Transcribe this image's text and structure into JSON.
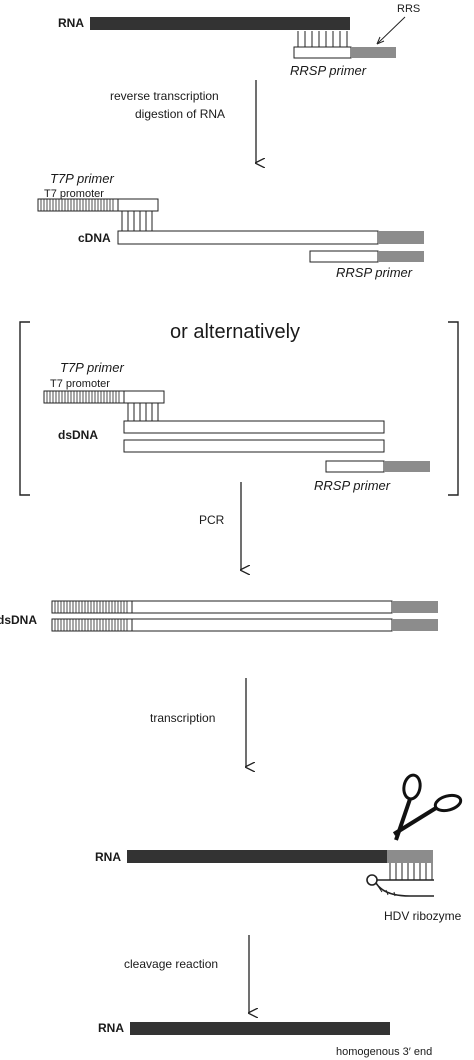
{
  "step1": {
    "rna_label": "RNA",
    "rrs_label": "RRS",
    "rrsp_primer_label": "RRSP primer",
    "arrow_line1": "reverse transcription",
    "arrow_line2": "digestion of RNA"
  },
  "step2": {
    "t7p_primer_label": "T7P primer",
    "t7_promoter_label": "T7 promoter",
    "cdna_label": "cDNA",
    "rrsp_primer_label": "RRSP primer"
  },
  "alternative": {
    "heading": "or alternatively",
    "t7p_primer_label": "T7P primer",
    "t7_promoter_label": "T7 promoter",
    "dsdna_label": "dsDNA",
    "rrsp_primer_label": "RRSP primer"
  },
  "pcr": {
    "arrow_label": "PCR",
    "dsdna_label": "dsDNA"
  },
  "transcription": {
    "arrow_label": "transcription",
    "rna_label": "RNA",
    "hdv_label": "HDV ribozyme"
  },
  "cleavage": {
    "arrow_label": "cleavage reaction",
    "rna_label": "RNA",
    "end_label": "homogenous 3′ end"
  },
  "colors": {
    "rna": "#333333",
    "primer_tail": "#8c8c8c",
    "outline": "#222222"
  }
}
